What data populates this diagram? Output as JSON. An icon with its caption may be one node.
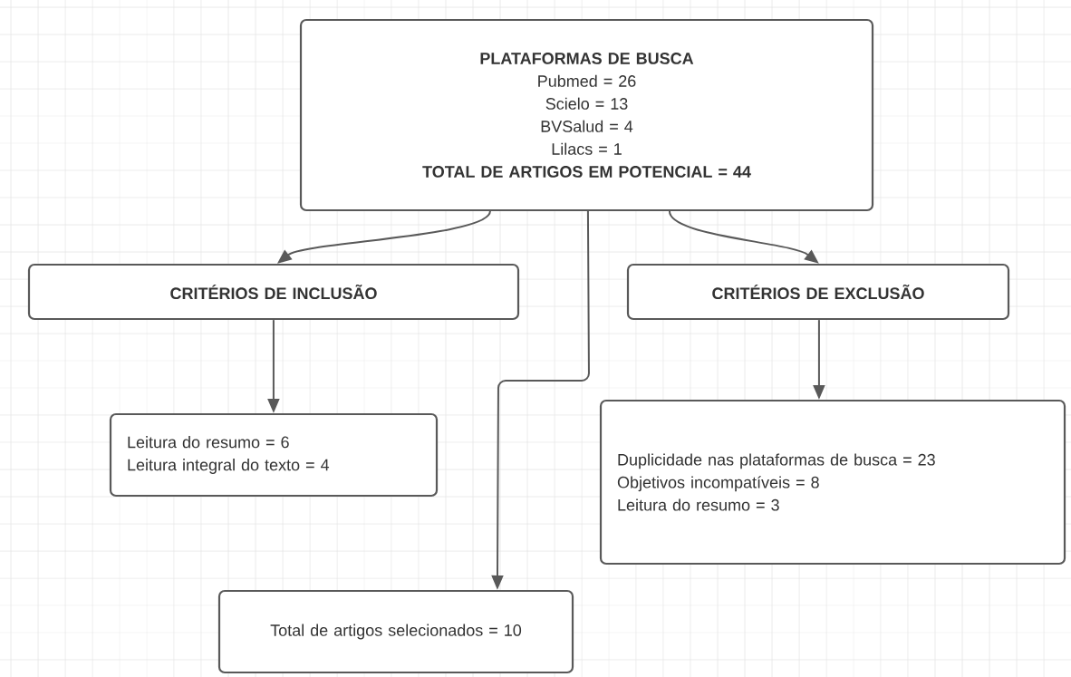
{
  "diagram": {
    "nodes": [
      {
        "text": [
          "PLATAFORMAS DE BUSCA",
          "Pubmed = 26",
          "Scielo = 13",
          "BVSalud = 4",
          "Lilacs = 1",
          "TOTAL DE ARTIGOS EM POTENCIAL = 44"
        ]
      },
      {
        "text": [
          "CRITÉRIOS DE INCLUSÃO"
        ]
      },
      {
        "text": [
          "CRITÉRIOS DE EXCLUSÃO"
        ]
      },
      {
        "text": [
          "Leitura do resumo = 6",
          "Leitura integral do texto = 4"
        ]
      },
      {
        "text": [
          "Duplicidade nas plataformas de busca = 23",
          "Objetivos incompatíveis = 8",
          "Leitura do resumo = 3"
        ]
      },
      {
        "text": [
          "Total de artigos selecionados = 10"
        ]
      }
    ],
    "edges": [
      {
        "from": 0,
        "to": 1,
        "arrow": "to"
      },
      {
        "from": 0,
        "to": 2,
        "arrow": "to"
      },
      {
        "from": 0,
        "to": 5,
        "arrow": "to"
      },
      {
        "from": 1,
        "to": 3,
        "arrow": "to"
      },
      {
        "from": 2,
        "to": 4,
        "arrow": "to"
      }
    ]
  }
}
